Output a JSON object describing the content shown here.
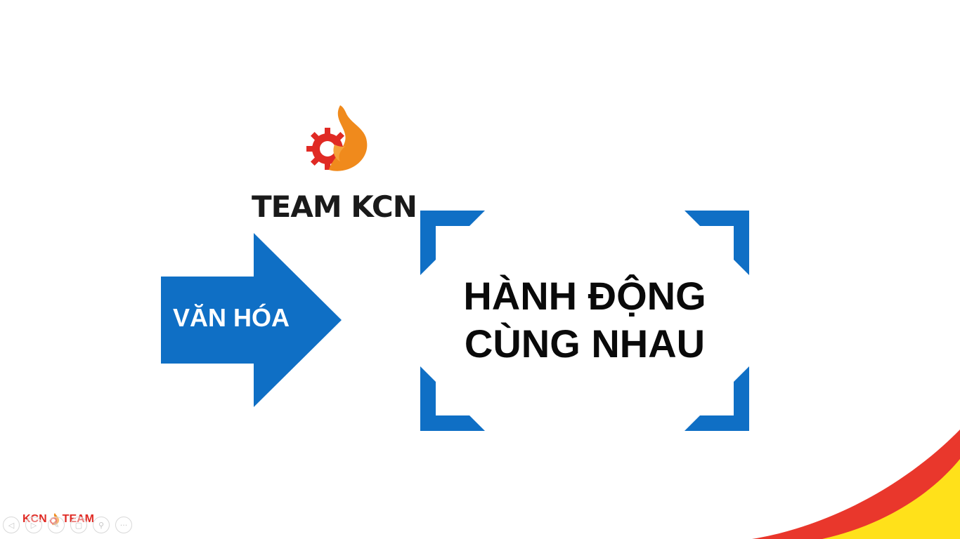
{
  "slide": {
    "logo_text": "TEAM KCN",
    "arrow_label": "VĂN HÓA",
    "main_line1": "HÀNH ĐỘNG",
    "main_line2": "CÙNG NHAU",
    "footer_logo_left": "KCN",
    "footer_logo_right": "TEAM"
  },
  "colors": {
    "brand_blue": "#0f6fc5",
    "logo_red": "#e02a24",
    "logo_orange": "#f08a1c",
    "swoosh_yellow": "#ffe11a"
  },
  "nav_toolbar": {
    "buttons": [
      {
        "name": "previous-slide",
        "icon": "◁"
      },
      {
        "name": "next-slide",
        "icon": "▷"
      },
      {
        "name": "pen-tool",
        "icon": "✎"
      },
      {
        "name": "see-all-slides",
        "icon": "▢"
      },
      {
        "name": "zoom",
        "icon": "⚲"
      },
      {
        "name": "more-options",
        "icon": "···"
      }
    ]
  }
}
